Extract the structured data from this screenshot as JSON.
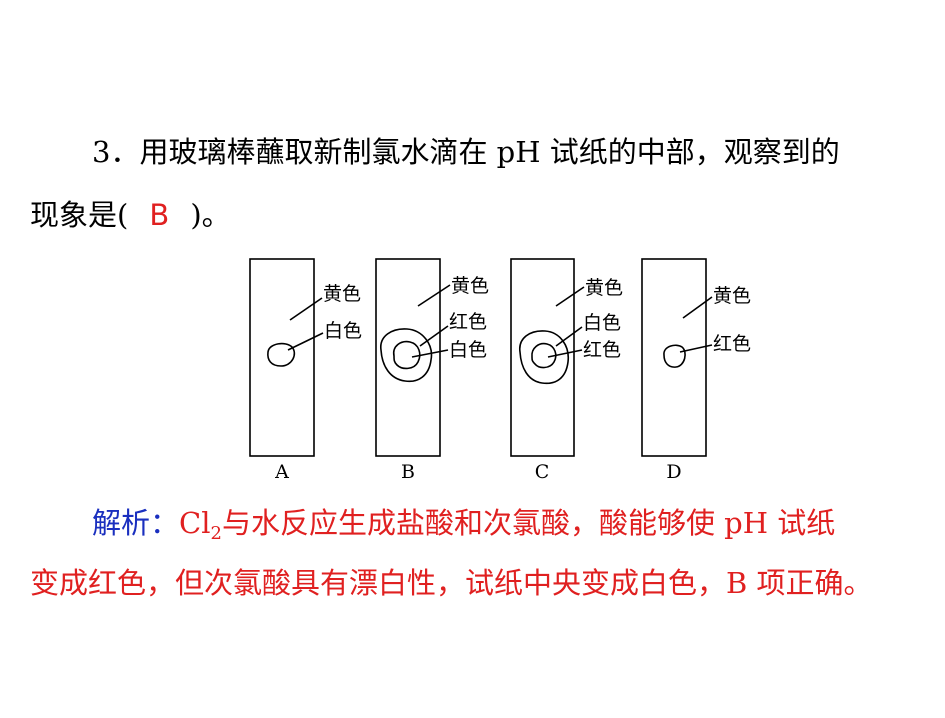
{
  "question": {
    "line1": "3．用玻璃棒蘸取新制氯水滴在 pH 试纸的中部，观察到的",
    "line2_prefix": "现象是(",
    "answer": "B",
    "line2_suffix": ")。"
  },
  "figure": {
    "strips": [
      {
        "caption": "A",
        "labels": [
          "黄色",
          "白色"
        ]
      },
      {
        "caption": "B",
        "labels": [
          "黄色",
          "红色",
          "白色"
        ]
      },
      {
        "caption": "C",
        "labels": [
          "黄色",
          "白色",
          "红色"
        ]
      },
      {
        "caption": "D",
        "labels": [
          "黄色",
          "红色"
        ]
      }
    ]
  },
  "analysis": {
    "heading": "解析：",
    "cl": "Cl",
    "cl_sub": "2",
    "line1_rest": "与水反应生成盐酸和次氯酸，酸能够使 pH 试纸",
    "line2": "变成红色，但次氯酸具有漂白性，试纸中央变成白色，B 项正确。"
  }
}
